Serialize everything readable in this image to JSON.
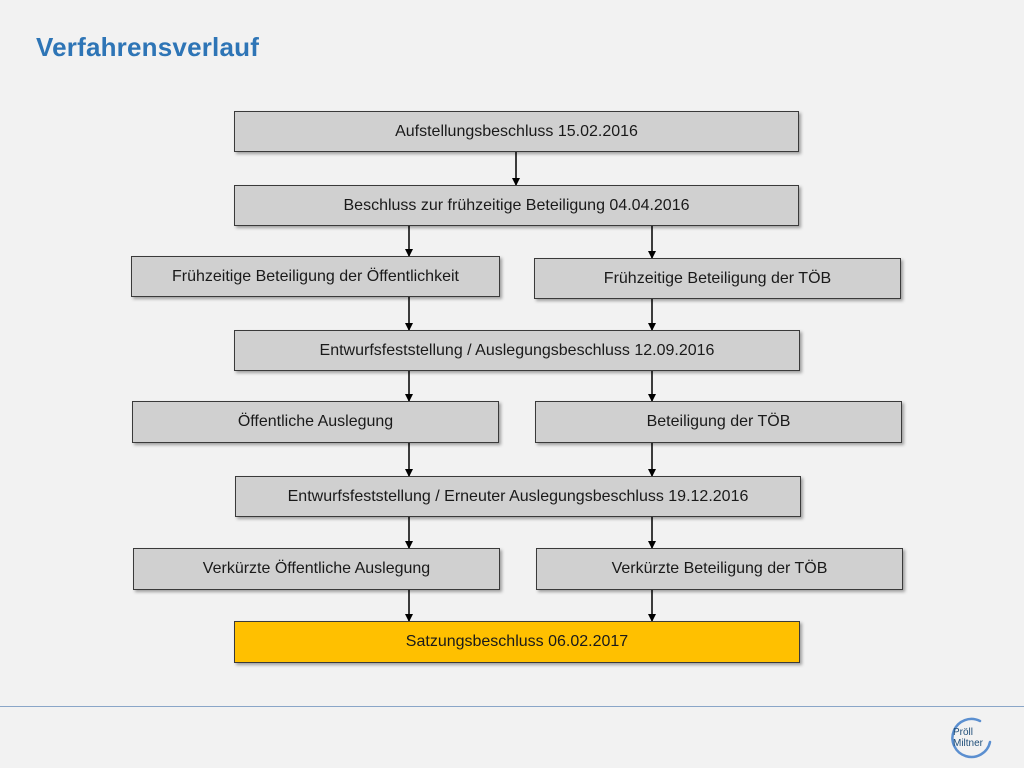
{
  "title": "Verfahrensverlauf",
  "colors": {
    "title": "#2e75b6",
    "box": "#d0d0d0",
    "final_box": "#ffc000",
    "arrow": "#000000"
  },
  "steps": {
    "aufstellung": "Aufstellungsbeschluss 15.02.2016",
    "beschluss_fruehzeitig": "Beschluss zur frühzeitige Beteiligung 04.04.2016",
    "fruehzeitig_oeffentlichkeit": "Frühzeitige Beteiligung der Öffentlichkeit",
    "fruehzeitig_toeb": "Frühzeitige Beteiligung der TÖB",
    "entwurf_1": "Entwurfsfeststellung / Auslegungsbeschluss 12.09.2016",
    "oeffentliche_auslegung": "Öffentliche Auslegung",
    "beteiligung_toeb": "Beteiligung der TÖB",
    "entwurf_2": "Entwurfsfeststellung / Erneuter Auslegungsbeschluss 19.12.2016",
    "verkuerzte_auslegung": "Verkürzte Öffentliche Auslegung",
    "verkuerzte_toeb": "Verkürzte Beteiligung der TÖB",
    "satzung": "Satzungsbeschluss 06.02.2017"
  },
  "logo": {
    "line1": "Pröll",
    "line2": "Miltner",
    "icon": "proell-miltner-logo-icon"
  }
}
